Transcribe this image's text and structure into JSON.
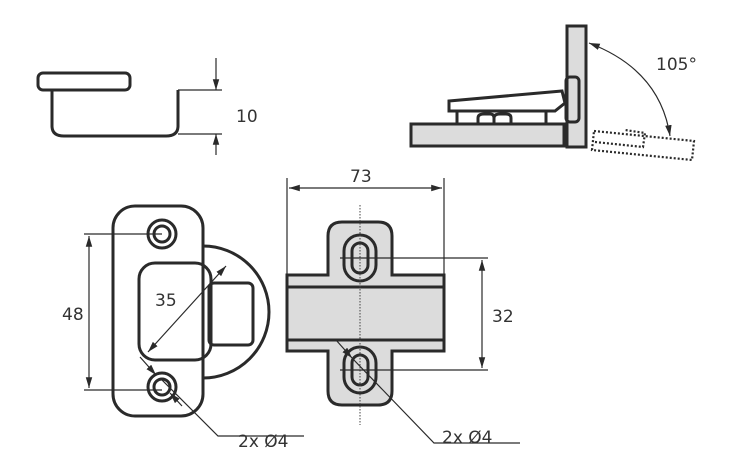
{
  "dimensions": {
    "cup_depth": "10",
    "opening_angle": "105°",
    "plate_width": "73",
    "hole_spacing_cup": "48",
    "cup_diameter": "35",
    "hole_spacing_plate": "32",
    "cup_screw_holes": "2x Ø4",
    "plate_screw_holes": "2x Ø4"
  }
}
